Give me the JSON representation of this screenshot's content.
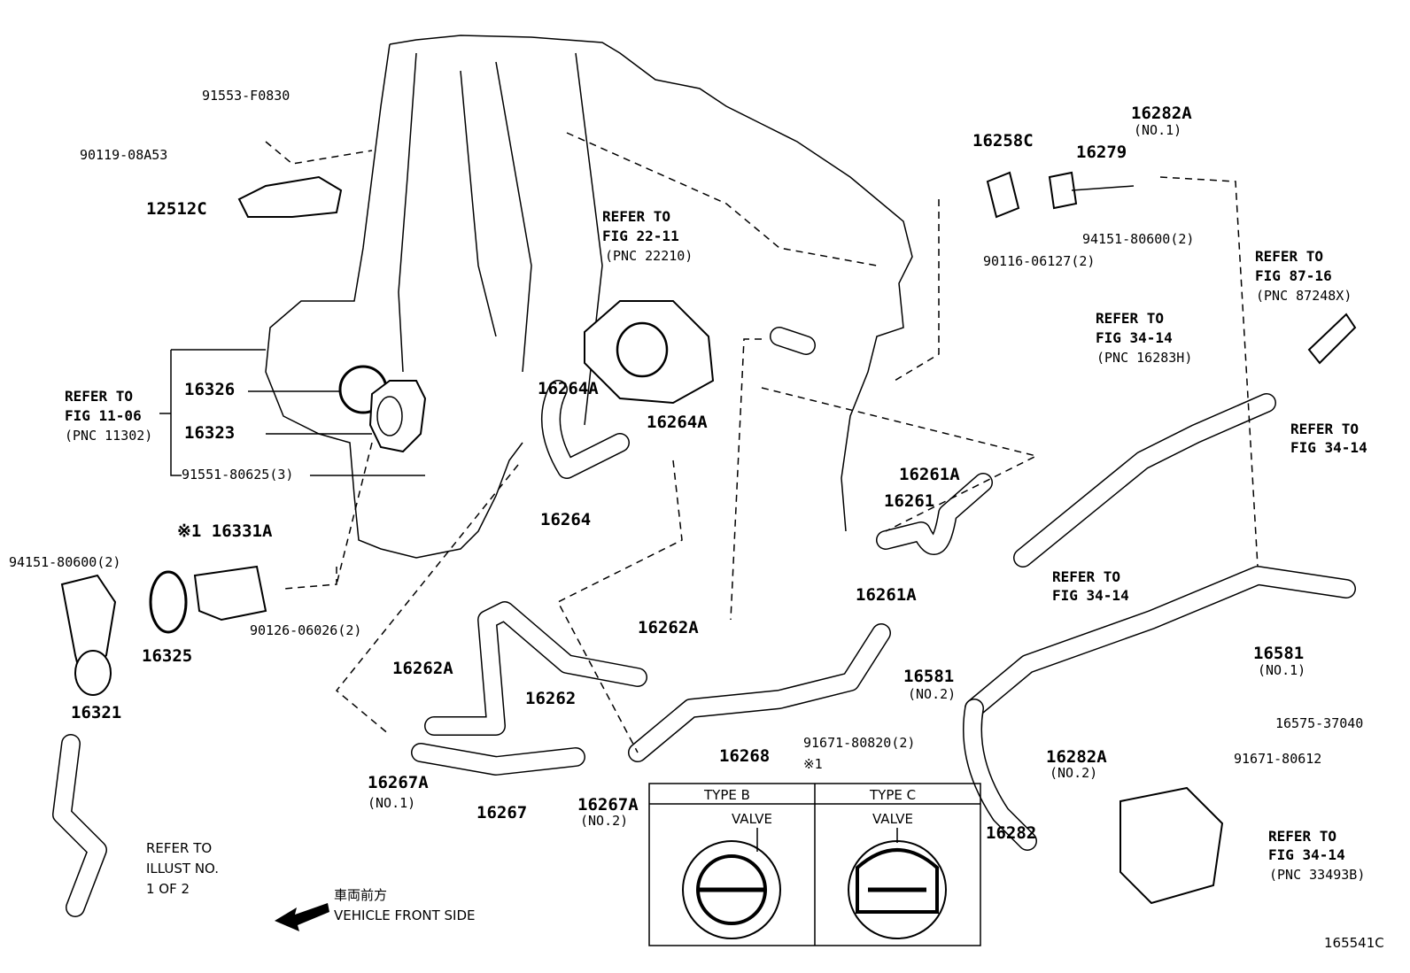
{
  "diagram_id": "165541C",
  "labels": [
    {
      "text": "91553-F0830",
      "cls": "sm"
    },
    {
      "text": "90119-08A53",
      "cls": "sm"
    },
    {
      "text": "12512C",
      "cls": "pn"
    },
    {
      "text": "REFER TO",
      "cls": "ref"
    },
    {
      "text": "FIG 22-11",
      "cls": "ref"
    },
    {
      "text": "(PNC 22210)",
      "cls": "sm"
    },
    {
      "text": "16258C",
      "cls": "pn"
    },
    {
      "text": "16279",
      "cls": "pn"
    },
    {
      "text": "16282A",
      "cls": "pn"
    },
    {
      "text": "(NO.1)",
      "cls": "sm"
    },
    {
      "text": "94151-80600(2)",
      "cls": "sm"
    },
    {
      "text": "90116-06127(2)",
      "cls": "sm"
    },
    {
      "text": "REFER TO",
      "cls": "ref"
    },
    {
      "text": "FIG 87-16",
      "cls": "ref"
    },
    {
      "text": "(PNC 87248X)",
      "cls": "sm"
    },
    {
      "text": "REFER TO",
      "cls": "ref"
    },
    {
      "text": "FIG 34-14",
      "cls": "ref"
    },
    {
      "text": "(PNC 16283H)",
      "cls": "sm"
    },
    {
      "text": "REFER TO",
      "cls": "ref"
    },
    {
      "text": "FIG 11-06",
      "cls": "ref"
    },
    {
      "text": "(PNC 11302)",
      "cls": "sm"
    },
    {
      "text": "16326",
      "cls": "pn"
    },
    {
      "text": "16323",
      "cls": "pn"
    },
    {
      "text": "91551-80625(3)",
      "cls": "sm"
    },
    {
      "text": "16264A",
      "cls": "pn"
    },
    {
      "text": "16264A",
      "cls": "pn"
    },
    {
      "text": "16264",
      "cls": "pn"
    },
    {
      "text": "REFER TO",
      "cls": "ref"
    },
    {
      "text": "FIG 34-14",
      "cls": "ref"
    },
    {
      "text": "16261A",
      "cls": "pn"
    },
    {
      "text": "16261",
      "cls": "pn"
    },
    {
      "text": "16261A",
      "cls": "pn"
    },
    {
      "text": "※1 16331A",
      "cls": "pn"
    },
    {
      "text": "94151-80600(2)",
      "cls": "sm"
    },
    {
      "text": "REFER TO",
      "cls": "ref"
    },
    {
      "text": "FIG 34-14",
      "cls": "ref"
    },
    {
      "text": "16325",
      "cls": "pn"
    },
    {
      "text": "90126-06026(2)",
      "cls": "sm"
    },
    {
      "text": "16262A",
      "cls": "pn"
    },
    {
      "text": "16262A",
      "cls": "pn"
    },
    {
      "text": "16262",
      "cls": "pn"
    },
    {
      "text": "16581",
      "cls": "pn"
    },
    {
      "text": "(NO.2)",
      "cls": "sm"
    },
    {
      "text": "16581",
      "cls": "pn"
    },
    {
      "text": "(NO.1)",
      "cls": "sm"
    },
    {
      "text": "16575-37040",
      "cls": "sm"
    },
    {
      "text": "16321",
      "cls": "pn"
    },
    {
      "text": "91671-80820(2)",
      "cls": "sm"
    },
    {
      "text": "91671-80612",
      "cls": "sm"
    },
    {
      "text": "16268",
      "cls": "pn"
    },
    {
      "text": "※1",
      "cls": "sm"
    },
    {
      "text": "16282A",
      "cls": "pn"
    },
    {
      "text": "(NO.2)",
      "cls": "sm"
    },
    {
      "text": "16267A",
      "cls": "pn"
    },
    {
      "text": "(NO.1)",
      "cls": "sm"
    },
    {
      "text": "16267A",
      "cls": "pn"
    },
    {
      "text": "(NO.2)",
      "cls": "sm"
    },
    {
      "text": "16267",
      "cls": "pn"
    },
    {
      "text": "16282",
      "cls": "pn"
    },
    {
      "text": "REFER TO",
      "cls": "ref"
    },
    {
      "text": "FIG 34-14",
      "cls": "ref"
    },
    {
      "text": "(PNC 33493B)",
      "cls": "sm"
    }
  ],
  "inset": {
    "type_b": "TYPE B",
    "type_c": "TYPE C",
    "valve_b": "VALVE",
    "valve_c": "VALVE"
  },
  "notes": {
    "refer_illust": [
      "REFER TO",
      "ILLUST NO.",
      "1 OF 2"
    ],
    "front_jp": "車両前方",
    "front_en": "VEHICLE FRONT SIDE"
  }
}
